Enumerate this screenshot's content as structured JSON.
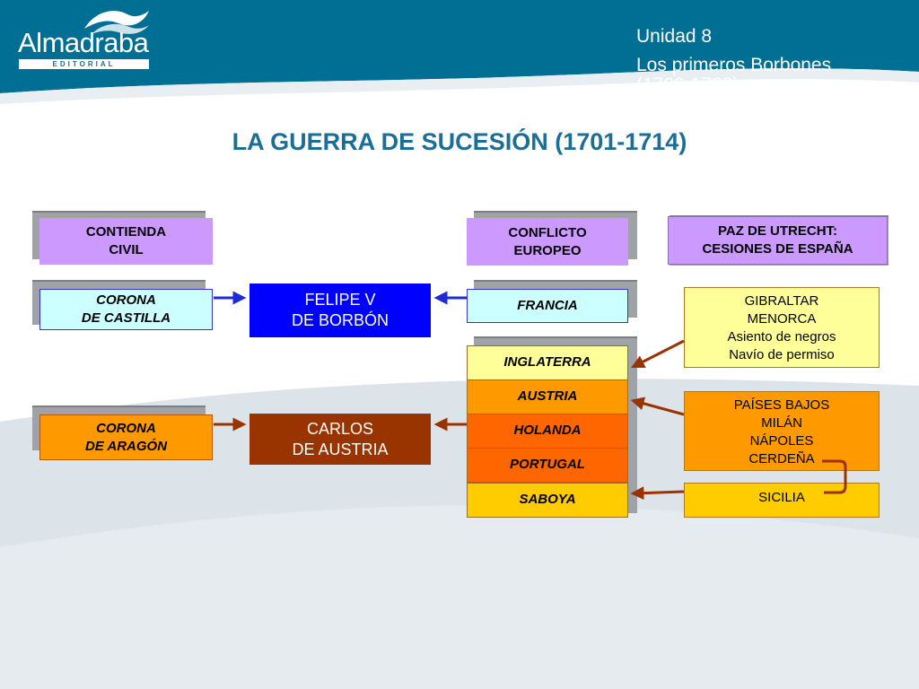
{
  "header": {
    "logo_text": "Almadraba",
    "logo_sub": "EDITORIAL",
    "unit": "Unidad 8",
    "unit_title": "Los primeros Borbones\n(1700-1788)"
  },
  "title": "LA GUERRA DE SUCESIÓN (1701-1714)",
  "headings": {
    "civil": "CONTIENDA\nCIVIL",
    "europe": "CONFLICTO\nEUROPEO",
    "utrecht": "PAZ DE UTRECHT:\nCESIONES DE ESPAÑA"
  },
  "crowns": {
    "castilla": "CORONA\nDE CASTILLA",
    "aragon": "CORONA\nDE ARAGÓN"
  },
  "candidates": {
    "felipe": "FELIPE V\nDE BORBÓN",
    "carlos": "CARLOS\nDE AUSTRIA"
  },
  "allies": {
    "francia": "FRANCIA",
    "countries": [
      "INGLATERRA",
      "AUSTRIA",
      "HOLANDA",
      "PORTUGAL",
      "SABOYA"
    ]
  },
  "cessions": {
    "inglaterra": "GIBRALTAR\nMENORCA\nAsiento de negros\nNavío de permiso",
    "austria": "PAÍSES BAJOS\nMILÁN\nNÁPOLES\nCERDEÑA",
    "saboya": "SICILIA"
  },
  "colors": {
    "header_blue": "#006f93",
    "title_blue": "#1a6e98",
    "felipe": "#0000ff",
    "carlos": "#993300",
    "heading_purple": "#cc99ff",
    "inglaterra": "#ffff99",
    "austria": "#ff9900",
    "holanda": "#ff6600",
    "portugal": "#ff6600",
    "saboya": "#ffcc00",
    "arrow_blue": "#1f2bd6",
    "arrow_brown": "#993300"
  }
}
